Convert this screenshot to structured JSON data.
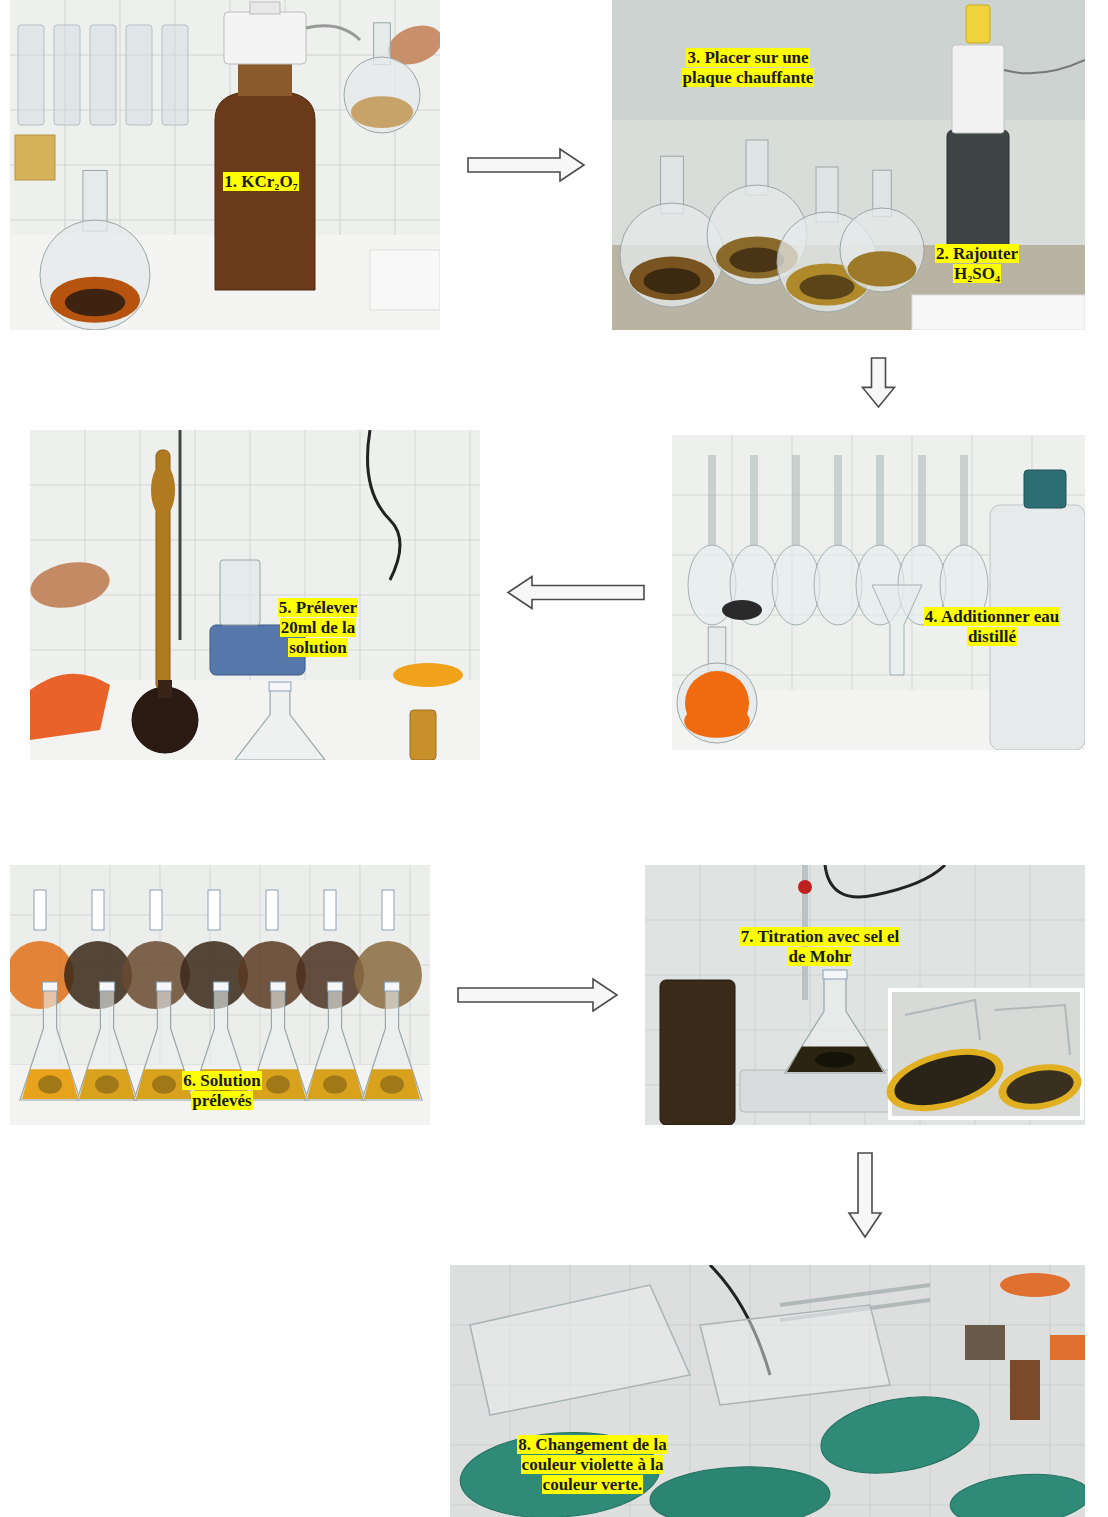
{
  "diagram": {
    "nodes": [
      {
        "text": [
          "1. KCr₂O₇"
        ]
      },
      {
        "text": [
          "3. Placer sur une plaque chauffante",
          "2. Rajouter H₂SO₄"
        ]
      },
      {
        "text": [
          "4. Additionner eau distillé"
        ]
      },
      {
        "text": [
          "5. Prélever 20ml de la solution"
        ]
      },
      {
        "text": [
          "6. Solution prélevés"
        ]
      },
      {
        "text": [
          "7. Titration avec sel el de Mohr"
        ]
      },
      {
        "text": [
          "8. Changement de la couleur violette à la couleur verte."
        ]
      }
    ],
    "edges": [
      {
        "from": 0,
        "to": 1,
        "arrow": "to"
      },
      {
        "from": 1,
        "to": 2,
        "arrow": "to"
      },
      {
        "from": 2,
        "to": 3,
        "arrow": "to"
      },
      {
        "from": 4,
        "to": 5,
        "arrow": "to"
      },
      {
        "from": 5,
        "to": 6,
        "arrow": "to"
      }
    ]
  }
}
